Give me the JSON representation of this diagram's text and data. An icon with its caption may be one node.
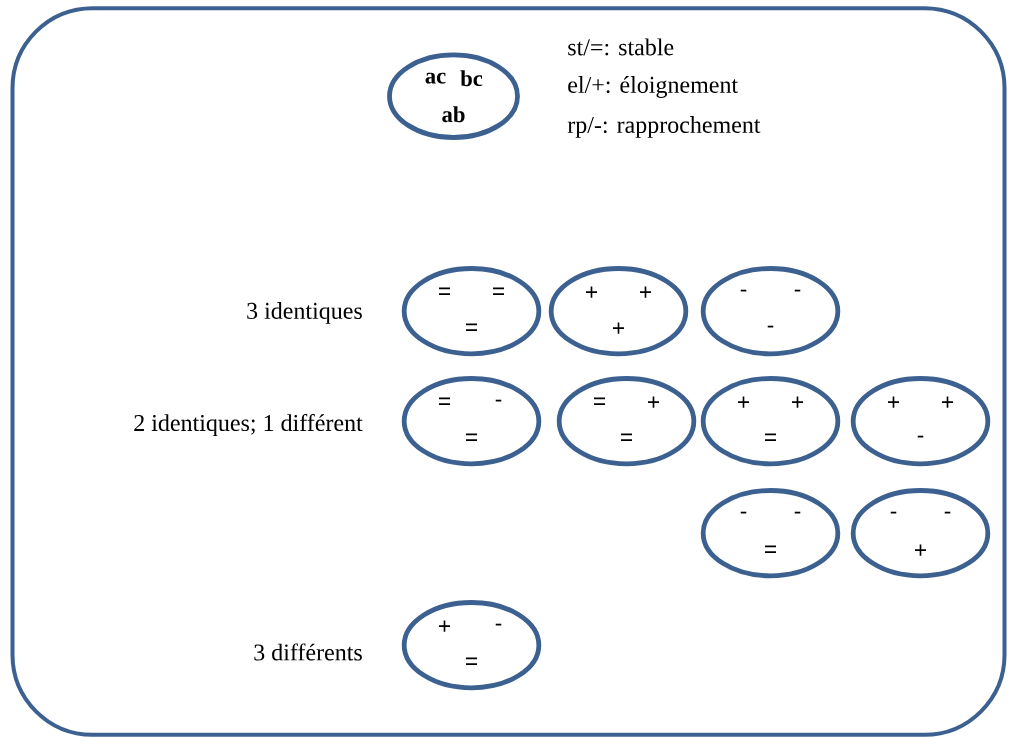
{
  "diagram": {
    "nodes": [
      {
        "text": [],
        "shape": "box"
      },
      {
        "text": [
          "ac",
          "bc",
          "ab"
        ],
        "in": 0
      },
      {
        "text": [
          "=",
          "=",
          "="
        ],
        "in": 0
      },
      {
        "text": [
          "+",
          "+",
          "+"
        ],
        "in": 0
      },
      {
        "text": [
          "-",
          "-",
          "-"
        ],
        "in": 0
      },
      {
        "text": [
          "=",
          "-",
          "="
        ],
        "in": 0
      },
      {
        "text": [
          "=",
          "+",
          "="
        ],
        "in": 0
      },
      {
        "text": [
          "+",
          "+",
          "="
        ],
        "in": 0
      },
      {
        "text": [
          "+",
          "+",
          "-"
        ],
        "in": 0
      },
      {
        "text": [
          "-",
          "-",
          "="
        ],
        "in": 0
      },
      {
        "text": [
          "-",
          "-",
          "+"
        ],
        "in": 0
      },
      {
        "text": [
          "+",
          "-",
          "="
        ],
        "in": 0
      }
    ],
    "labels": [
      "st/=: stable",
      "el/+: éloignement",
      "rp/-: rapprochement",
      "3 identiques",
      "2 identiques; 1 différent",
      "3 différents"
    ]
  }
}
